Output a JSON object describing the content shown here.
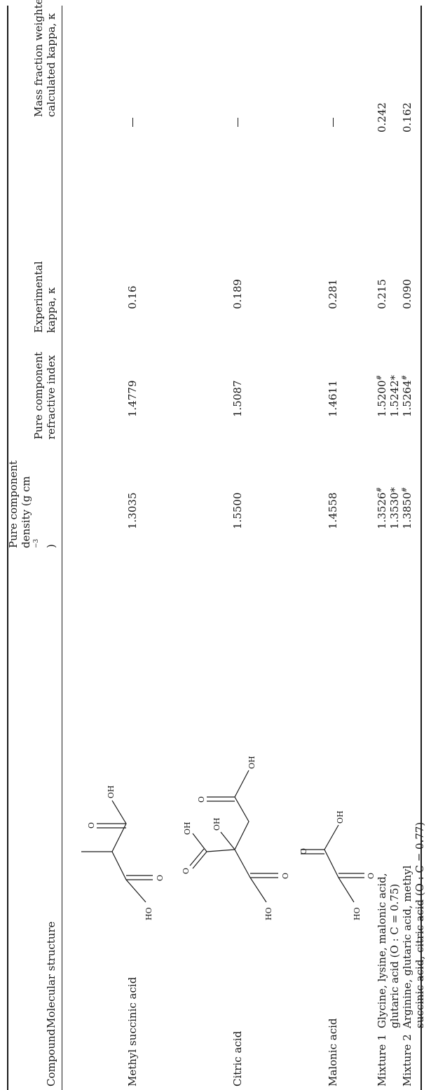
{
  "headers": {
    "compound": "Compound",
    "structure": "Molecular structure",
    "density_l1": "Pure component",
    "density_l2_pre": "density (g cm",
    "density_l2_exp": "−3",
    "density_l2_post": ")",
    "ri_l1": "Pure component",
    "ri_l2": "refractive index",
    "kexp_l1": "Experimental",
    "kexp_l2": "kappa, κ",
    "kcalc_l1": "Mass fraction weighted",
    "kcalc_l2": "calculated kappa, κ"
  },
  "rows": [
    {
      "compound": "Methyl succinic acid",
      "density": "1.3035",
      "ri": "1.4779",
      "kappa_exp": "0.16",
      "kappa_calc": "—",
      "labels": {
        "ho": "HO",
        "o1": "O",
        "o2": "O",
        "oh": "OH"
      }
    },
    {
      "compound": "Citric acid",
      "density": "1.5500",
      "ri": "1.5087",
      "kappa_exp": "0.189",
      "kappa_calc": "—",
      "labels": {
        "ho": "HO",
        "o1": "O",
        "o2": "O",
        "oh_top": "OH",
        "oh_mid": "OH",
        "o3": "O",
        "oh_right": "OH"
      }
    },
    {
      "compound": "Malonic acid",
      "density": "1.4558",
      "ri": "1.4611",
      "kappa_exp": "0.281",
      "kappa_calc": "—",
      "labels": {
        "ho": "HO",
        "o1": "O",
        "o2": "O",
        "oh": "OH"
      }
    },
    {
      "compound": "Mixture 1",
      "structure_l1": "Glycine, lysine, malonic acid,",
      "structure_l2": "glutaric acid (O : C = 0.75)",
      "density_a": "1.3526",
      "density_a_mark": "#",
      "density_b": "1.3530",
      "density_b_mark": "*",
      "ri_a": "1.5200",
      "ri_a_mark": "#",
      "ri_b": "1.5242",
      "ri_b_mark": "*",
      "kappa_exp": "0.215",
      "kappa_calc": "0.242"
    },
    {
      "compound": "Mixture 2",
      "structure_l1": "Arginine, glutaric acid, methyl",
      "structure_l2": "succinic acid, citric acid (O : C = 0.77)",
      "density_a": "1.3850",
      "density_a_mark": "#",
      "ri_a": "1.5264",
      "ri_a_mark": "#",
      "kappa_exp": "0.090",
      "kappa_calc": "0.162"
    }
  ]
}
